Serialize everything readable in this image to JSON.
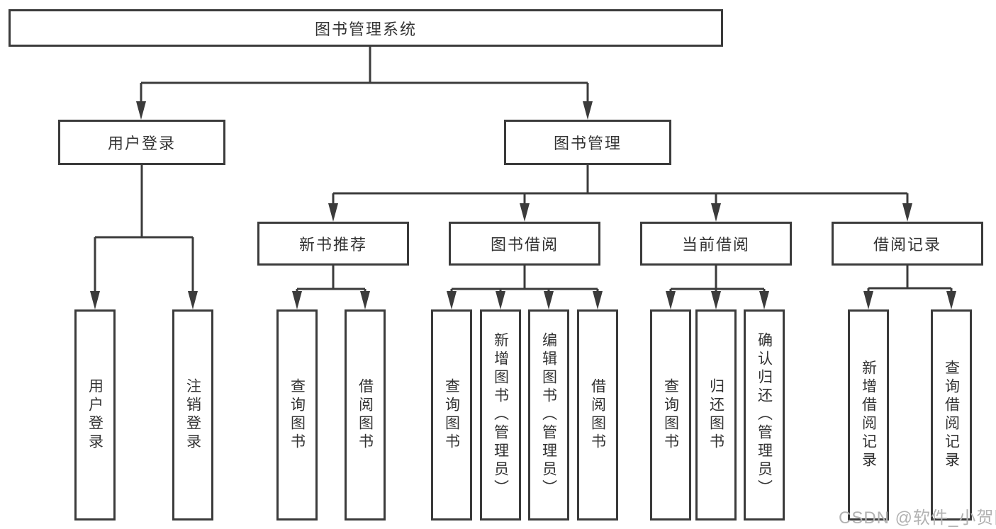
{
  "diagram": {
    "root": {
      "label": "图书管理系统"
    },
    "level2": [
      {
        "label": "用户登录"
      },
      {
        "label": "图书管理"
      }
    ],
    "level3": [
      {
        "label": "新书推荐"
      },
      {
        "label": "图书借阅"
      },
      {
        "label": "当前借阅"
      },
      {
        "label": "借阅记录"
      }
    ],
    "leaves": {
      "user_login": [
        "用户登录",
        "注销登录"
      ],
      "new_book_recommend": [
        "查询图书",
        "借阅图书"
      ],
      "book_borrow": [
        "查询图书",
        "新增图书（管理员）",
        "编辑图书（管理员）",
        "借阅图书"
      ],
      "current_borrow": [
        "查询图书",
        "归还图书",
        "确认归还（管理员）"
      ],
      "borrow_records": [
        "新增借阅记录",
        "查询借阅记录"
      ]
    },
    "watermark": "CSDN @软件_小贺同学",
    "colors": {
      "line": "#3b3b3b",
      "box_border": "#3b3b3b",
      "text": "#333333",
      "background": "#ffffff",
      "watermark": "#b2b2b2"
    }
  }
}
